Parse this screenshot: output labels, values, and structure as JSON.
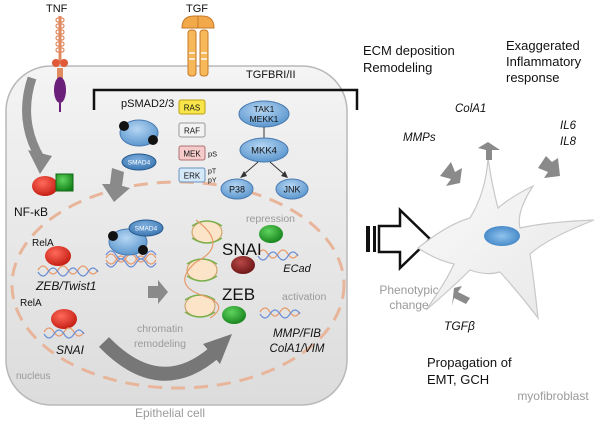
{
  "receptors": {
    "tnf": "TNF",
    "tgf": "TGF",
    "tgfbr": "TGFBRI/II"
  },
  "cytoplasm": {
    "psmad": "pSMAD2/3",
    "smad4": "SMAD4",
    "nfkb": "NF-κB",
    "kinases": {
      "ras": "RAS",
      "raf": "RAF",
      "mek": "MEK",
      "ps": "pS",
      "erk": "ERK",
      "pt": "pT",
      "py": "pY"
    },
    "tak1": "TAK1",
    "mekk1": "MEKK1",
    "mkk4": "MKK4",
    "p38": "P38",
    "jnk": "JNK"
  },
  "nucleus": {
    "label": "nucleus",
    "smad4": "SMAD4",
    "repression": "repression",
    "activation": "activation",
    "rela1": "RelA",
    "rela2": "RelA",
    "zeb_twist": "ZEB/Twist1",
    "snai_gene": "SNAI",
    "snai_protein": "SNAI",
    "zeb_protein": "ZEB",
    "ecad": "ECad",
    "mmp_fib": "MMP/FIB",
    "cola1_vim": "ColA1/VIM",
    "chromatin1": "chromatin",
    "chromatin2": "remodeling"
  },
  "cell_label": "Epithelial cell",
  "transition": {
    "line1": "Phenotypic",
    "line2": "change"
  },
  "fibroblast": {
    "label": "myofibroblast",
    "ecm1": "ECM deposition",
    "ecm2": "Remodeling",
    "infl1": "Exaggerated",
    "infl2": "Inflammatory",
    "infl3": "response",
    "cola1": "ColA1",
    "mmps": "MMPs",
    "il6": "IL6",
    "il8": "IL8",
    "tgfb": "TGFβ",
    "prop1": "Propagation of",
    "prop2": "EMT, GCH"
  }
}
